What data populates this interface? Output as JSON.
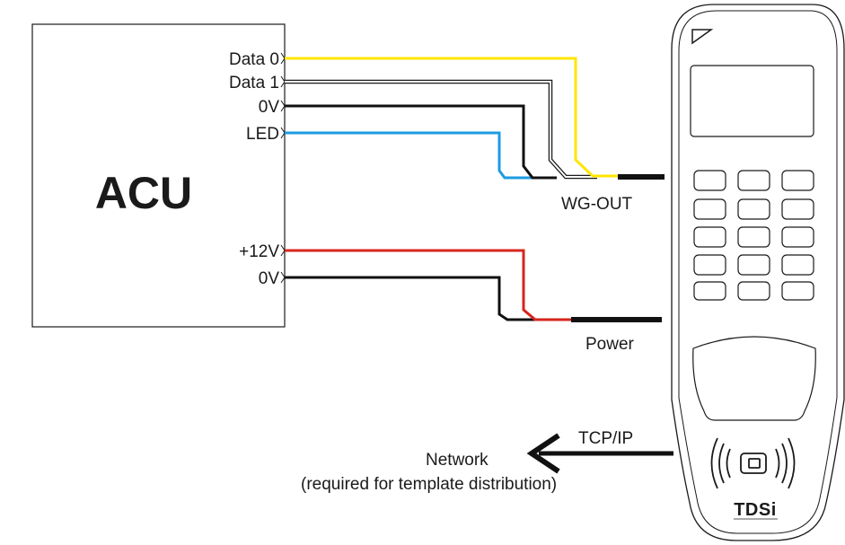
{
  "acu": {
    "title": "ACU",
    "terminals": {
      "data0": "Data 0",
      "data1": "Data 1",
      "gnd1": "0V",
      "led": "LED",
      "plus12": "+12V",
      "gnd2": "0V"
    }
  },
  "reader": {
    "wg_out_label": "WG-OUT",
    "power_label": "Power",
    "tcpip_label": "TCP/IP",
    "logo_text": "TDSi"
  },
  "network": {
    "label": "Network",
    "note": "(required for template distribution)"
  },
  "colors": {
    "data0": "#ffe600",
    "data1": "#ffffff",
    "gnd": "#111111",
    "led": "#1e9be0",
    "plus12": "#d7261e"
  }
}
